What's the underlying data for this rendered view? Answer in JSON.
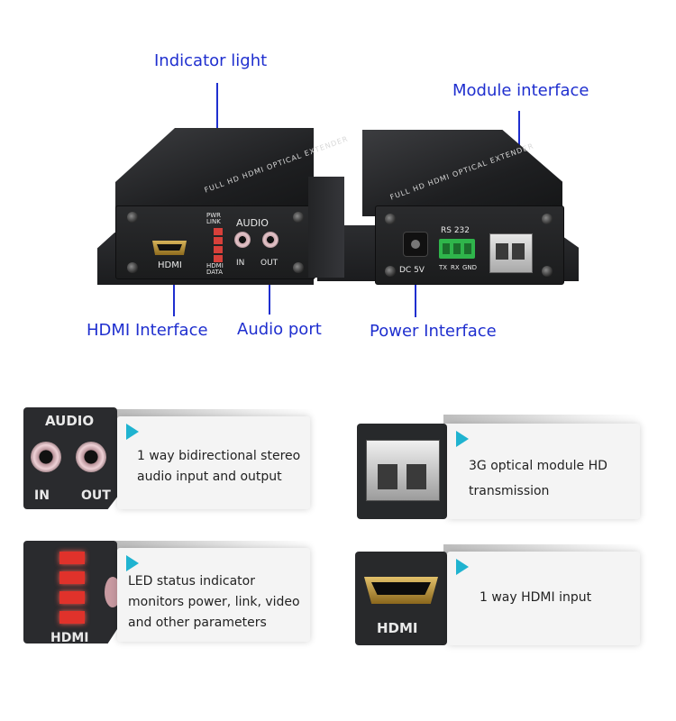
{
  "callouts": {
    "indicator_light": "Indicator light",
    "module_interface": "Module interface",
    "hdmi_interface": "HDMI Interface",
    "audio_port": "Audio port",
    "power_interface": "Power Interface"
  },
  "device_labels": {
    "hdmi": "HDMI",
    "pwr": "PWR",
    "link": "LINK",
    "hdmi_led": "HDMI",
    "data": "DATA",
    "audio": "AUDIO",
    "in": "IN",
    "out": "OUT",
    "dc5v": "DC 5V",
    "rs232": "RS 232",
    "tx": "TX",
    "rx": "RX",
    "gnd": "GND",
    "top_print": "FULL HD HDMI OPTICAL EXTENDER"
  },
  "features": [
    {
      "text": "1 way bidirectional stereo audio input and output",
      "thumb_labels": {
        "title": "AUDIO",
        "in": "IN",
        "out": "OUT"
      }
    },
    {
      "text": "3G optical module HD transmission"
    },
    {
      "text": "LED status indicator monitors power, link, video and other parameters",
      "thumb_labels": {
        "bottom": "HDMI"
      }
    },
    {
      "text": "1 way HDMI input",
      "thumb_labels": {
        "bottom": "HDMI"
      }
    }
  ],
  "colors": {
    "callout": "#1f2fcf",
    "accent": "#1fb3d0",
    "device_body": "#1e1f21"
  }
}
